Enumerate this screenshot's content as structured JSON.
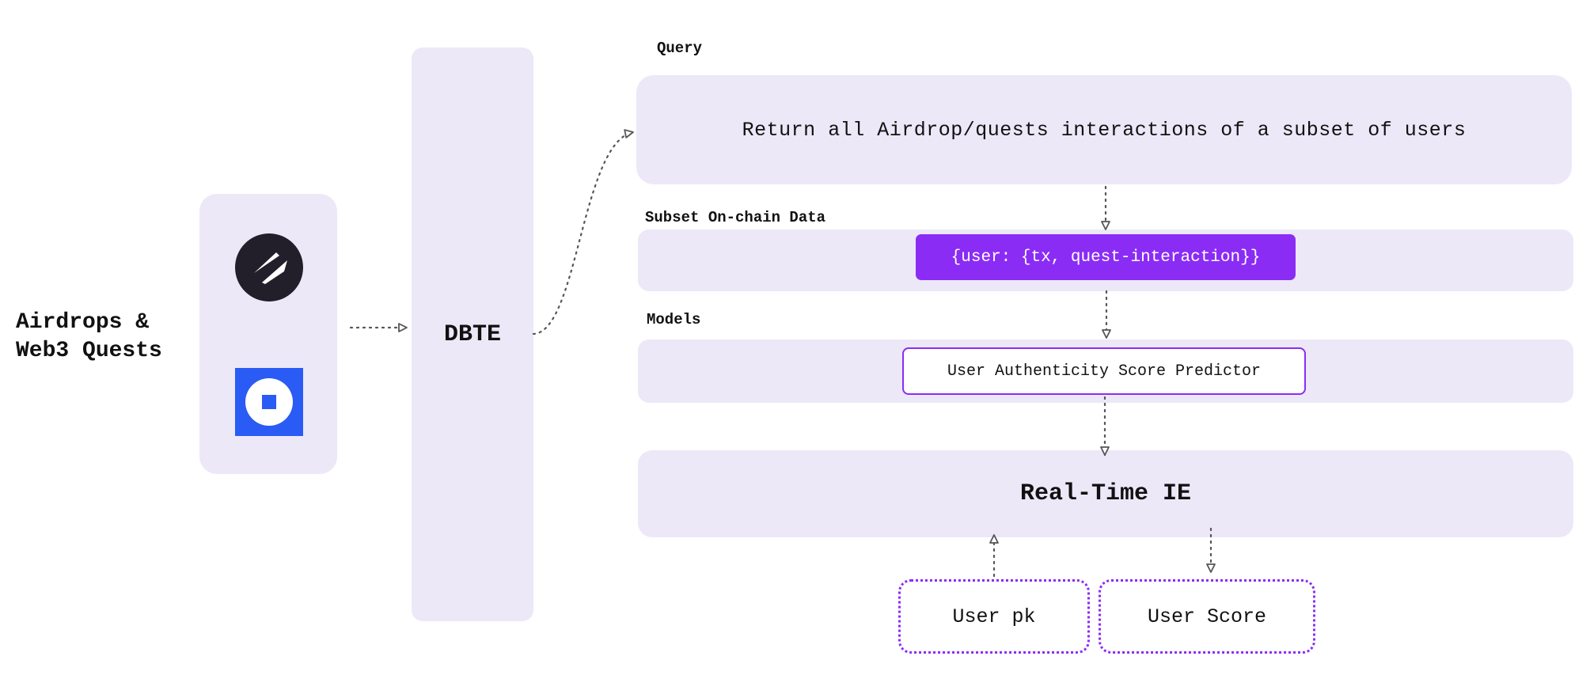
{
  "source": {
    "title_line1": "Airdrops &",
    "title_line2": "Web3 Quests",
    "logos": [
      "streak-logo-icon",
      "square-circle-logo-icon"
    ]
  },
  "dbte": {
    "label": "DBTE"
  },
  "query": {
    "heading": "Query",
    "text": "Return all Airdrop/quests interactions of a subset of users"
  },
  "subset": {
    "heading": "Subset On-chain Data",
    "pill": "{user: {tx, quest-interaction}}"
  },
  "models": {
    "heading": "Models",
    "item": "User Authenticity Score Predictor"
  },
  "realtime": {
    "label": "Real-Time IE"
  },
  "io": {
    "input": "User pk",
    "output": "User Score"
  },
  "colors": {
    "panel": "#ece8f8",
    "accent": "#8b2cf5",
    "connector": "#555555",
    "logo_dark": "#231f2a",
    "logo_blue": "#2a5bf5"
  }
}
